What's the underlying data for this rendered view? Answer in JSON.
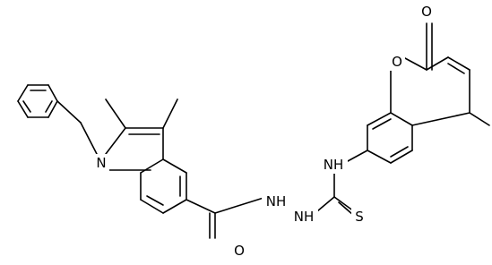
{
  "molecule": {
    "atoms": {
      "ring_n1": "N",
      "ring_o1": "O",
      "carbonyl_o1": "O",
      "carbonyl_o2": "O",
      "nh_left": "NH",
      "nh_mid": "NH",
      "nh_right": "NH",
      "thio_s": "S"
    }
  },
  "colors": {
    "bond": "#000000",
    "label": "#000000",
    "background": "#ffffff"
  }
}
